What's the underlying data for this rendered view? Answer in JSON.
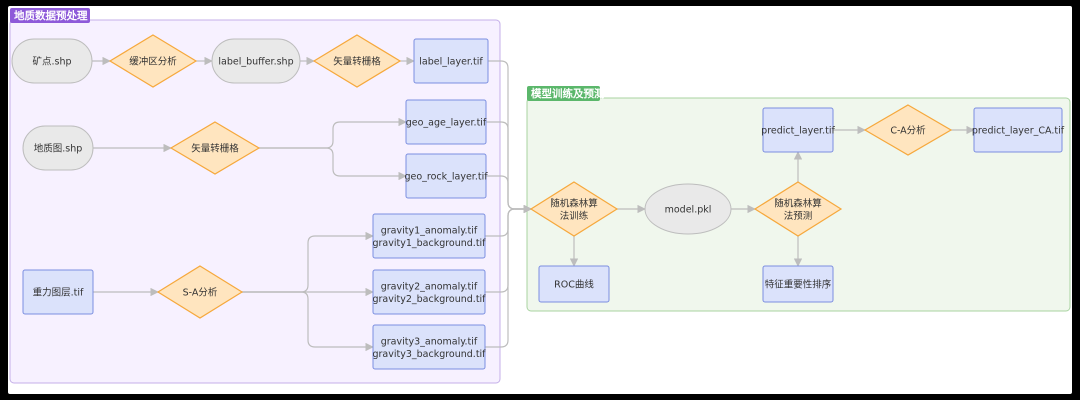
{
  "groups": {
    "preprocess": {
      "title": "地质数据预处理",
      "fill": "#f7f1ff",
      "stroke": "#c4afe8",
      "label_bg": "#8e5ad9"
    },
    "train": {
      "title": "模型训练及预测",
      "fill": "#f0f7ed",
      "stroke": "#a8d3a0",
      "label_bg": "#5bb76b"
    }
  },
  "nodes": {
    "kuangdian": {
      "label": "矿点.shp",
      "shape": "stadium"
    },
    "buffer": {
      "label": "缓冲区分析",
      "shape": "diamond"
    },
    "label_buffer": {
      "label": "label_buffer.shp",
      "shape": "stadium"
    },
    "raster1": {
      "label": "矢量转栅格",
      "shape": "diamond"
    },
    "label_layer": {
      "label": "label_layer.tif",
      "shape": "rect"
    },
    "dizhitu": {
      "label": "地质图.shp",
      "shape": "stadium"
    },
    "raster2": {
      "label": "矢量转栅格",
      "shape": "diamond"
    },
    "geo_age": {
      "label": "geo_age_layer.tif",
      "shape": "rect"
    },
    "geo_rock": {
      "label": "geo_rock_layer.tif",
      "shape": "rect"
    },
    "zhongli": {
      "label": "重力图层.tif",
      "shape": "rect"
    },
    "sa": {
      "label": "S-A分析",
      "shape": "diamond"
    },
    "gravity1": {
      "label": "gravity1_anomaly.tif",
      "label2": "gravity1_background.tif",
      "shape": "rect"
    },
    "gravity2": {
      "label": "gravity2_anomaly.tif",
      "label2": "gravity2_background.tif",
      "shape": "rect"
    },
    "gravity3": {
      "label": "gravity3_anomaly.tif",
      "label2": "gravity3_background.tif",
      "shape": "rect"
    },
    "rf_train": {
      "label": "随机森林算",
      "label2": "法训练",
      "shape": "diamond"
    },
    "model": {
      "label": "model.pkl",
      "shape": "ellipse"
    },
    "rf_predict": {
      "label": "随机森林算",
      "label2": "法预测",
      "shape": "diamond"
    },
    "predict_layer": {
      "label": "predict_layer.tif",
      "shape": "rect"
    },
    "ca": {
      "label": "C-A分析",
      "shape": "diamond"
    },
    "predict_ca": {
      "label": "predict_layer_CA.tif",
      "shape": "rect"
    },
    "roc": {
      "label": "ROC曲线",
      "shape": "rect"
    },
    "importance": {
      "label": "特征重要性排序",
      "shape": "rect"
    }
  },
  "colors": {
    "rect_fill": "#dbe2fb",
    "rect_stroke": "#7b8ee0",
    "diamond_fill": "#ffe5bf",
    "diamond_stroke": "#f6a83c",
    "stadium_fill": "#e9e9e9",
    "stadium_stroke": "#bdbdbd",
    "edge": "#bdbdbd",
    "text": "#333333"
  }
}
